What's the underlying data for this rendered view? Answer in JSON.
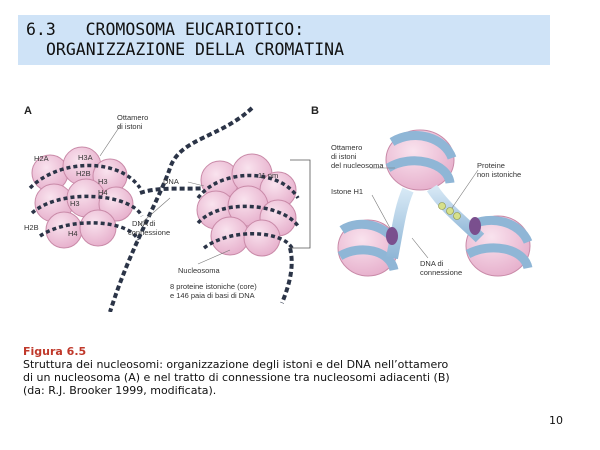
{
  "title": {
    "line1": "6.3   CROMOSOMA EUCARIOTICO:",
    "line2": "ORGANIZZAZIONE DELLA CROMATINA"
  },
  "panel_a": {
    "letter": "A",
    "labels": {
      "h2a": "H2A",
      "h3a": "H3A",
      "h2b_top": "H2B",
      "h3": "H3",
      "h4_small": "H4",
      "h3_small": "H3",
      "h2b_bottom": "H2B",
      "h4": "H4",
      "ottamero_1": "Ottamero",
      "ottamero_2": "di istoni",
      "dna": "DNA",
      "nm": "11 nm",
      "connessione_1": "DNA di",
      "connessione_2": "connessione",
      "nucleosoma": "Nucleosoma",
      "proteine_1": "8 proteine istoniche (core)",
      "proteine_2": "e 146 paia di basi di DNA"
    }
  },
  "panel_b": {
    "letter": "B",
    "labels": {
      "ottamero_1": "Ottamero",
      "ottamero_2": "di istoni",
      "ottamero_3": "del nucleosoma",
      "istone_h1": "Istone H1",
      "proteine_1": "Proteine",
      "proteine_2": "non istoniche",
      "dna_1": "DNA di",
      "dna_2": "connessione"
    }
  },
  "caption": {
    "label": "Figura 6.5",
    "line1": "Struttura dei nucleosomi: organizzazione degli istoni e del DNA nell’ottamero",
    "line2": "di un nucleosoma (A) e nel tratto di connessione tra nucleosomi adiacenti (B)",
    "line3": "(da: R.J. Brooker 1999, modificata)."
  },
  "page_number": "10",
  "colors": {
    "title_bg": "#cfe3f7",
    "histone_pink": "#f0c6dc",
    "histone_stroke": "#c98aa8",
    "dna_dark": "#2b3447",
    "dna_blue": "#9fc3e0",
    "h1_purple": "#7a4f8e",
    "nonhistone_yellow": "#d6e08a",
    "caption_label": "#c0392b"
  }
}
